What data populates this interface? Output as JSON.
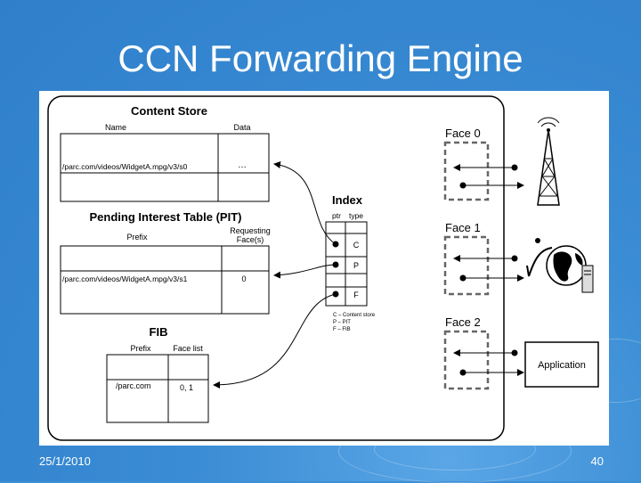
{
  "slide": {
    "title": "CCN Forwarding Engine",
    "date": "25/1/2010",
    "page_number": "40"
  },
  "content_store": {
    "title": "Content Store",
    "col_name": "Name",
    "col_data": "Data",
    "row_name": "/parc.com/videos/WidgetA.mpg/v3/s0",
    "row_data": "…"
  },
  "pit": {
    "title": "Pending Interest Table (PIT)",
    "col_prefix": "Prefix",
    "col_faces_1": "Requesting",
    "col_faces_2": "Face(s)",
    "row_prefix": "/parc.com/videos/WidgetA.mpg/v3/s1",
    "row_faces": "0"
  },
  "fib": {
    "title": "FIB",
    "col_prefix": "Prefix",
    "col_faces": "Face list",
    "row_prefix": "/parc.com",
    "row_faces": "0, 1"
  },
  "index": {
    "title": "Index",
    "col_ptr": "ptr",
    "col_type": "type",
    "types": [
      "C",
      "P",
      "F"
    ],
    "legend": [
      "C – Content store",
      "P – PIT",
      "F – FIB"
    ]
  },
  "faces": [
    "Face 0",
    "Face 1",
    "Face 2"
  ],
  "application_label": "Application",
  "icons": [
    "antenna-tower-icon",
    "globe-network-icon",
    "computer-tower-icon"
  ]
}
